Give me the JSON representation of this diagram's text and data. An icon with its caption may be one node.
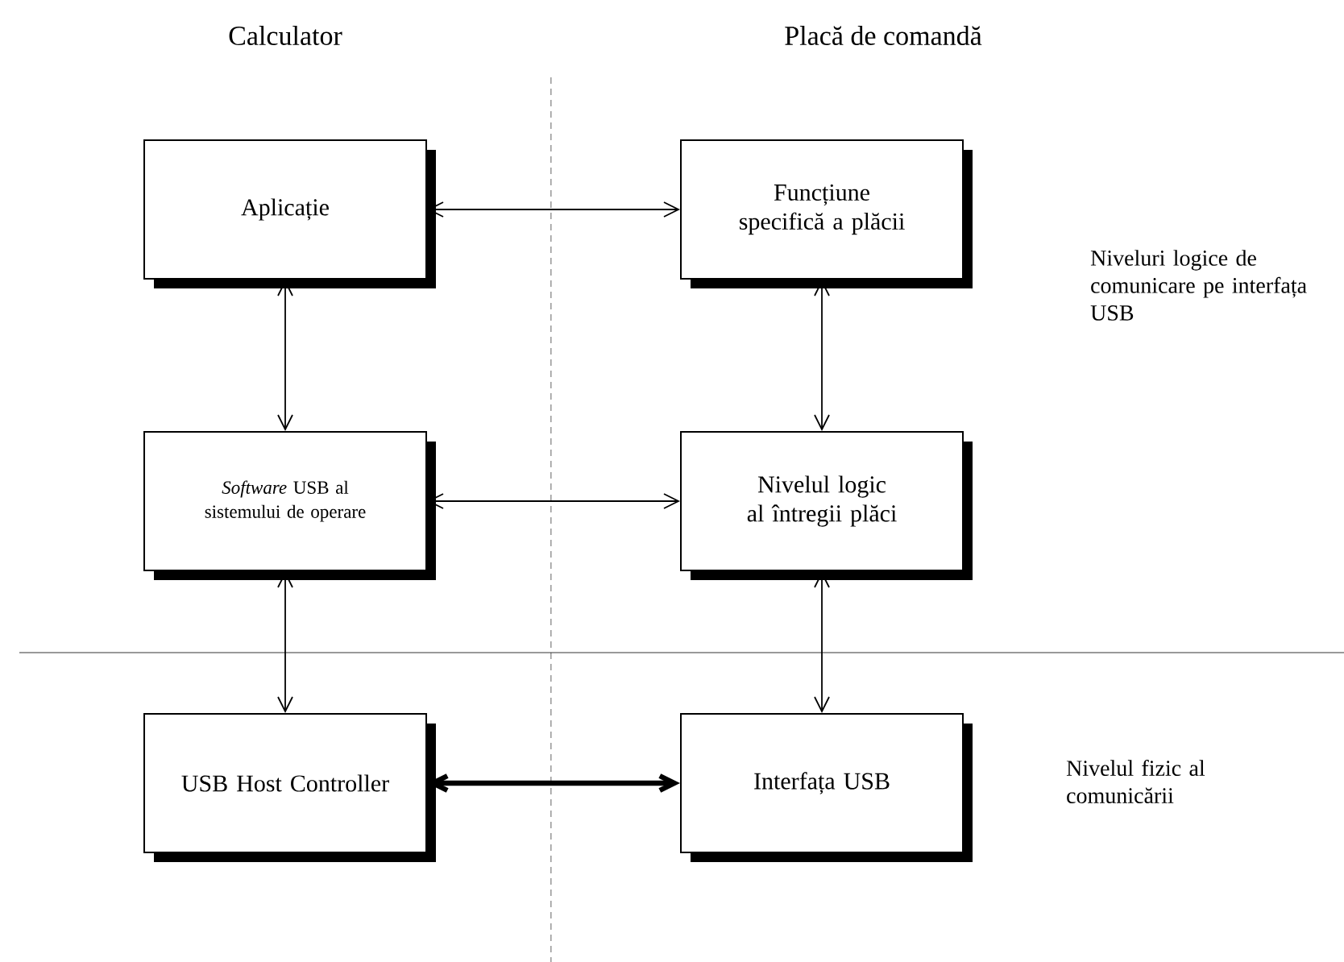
{
  "diagram": {
    "nodes": [
      {
        "text": [
          "Aplicație"
        ]
      },
      {
        "text": [
          "Funcțiune specifică a plăcii"
        ]
      },
      {
        "text": [
          "*Software* USB al sistemului de operare"
        ]
      },
      {
        "text": [
          "Nivelul logic al întregii plăci"
        ]
      },
      {
        "text": [
          "USB Host Controller"
        ]
      },
      {
        "text": [
          "Interfața USB"
        ]
      }
    ],
    "edges": [
      {
        "from": 0,
        "to": 1,
        "arrow": "both"
      },
      {
        "from": 0,
        "to": 2,
        "arrow": "both"
      },
      {
        "from": 1,
        "to": 3,
        "arrow": "both"
      },
      {
        "from": 2,
        "to": 3,
        "arrow": "both"
      },
      {
        "from": 2,
        "to": 4,
        "arrow": "both"
      },
      {
        "from": 3,
        "to": 5,
        "arrow": "both"
      },
      {
        "from": 4,
        "to": 5,
        "arrow": "both",
        "style": "thick"
      }
    ],
    "labels": [
      "Calculator",
      "Placă de comandă",
      "Niveluri logice de comunicare pe interfața USB",
      "Nivelul fizic al comunicării"
    ]
  }
}
